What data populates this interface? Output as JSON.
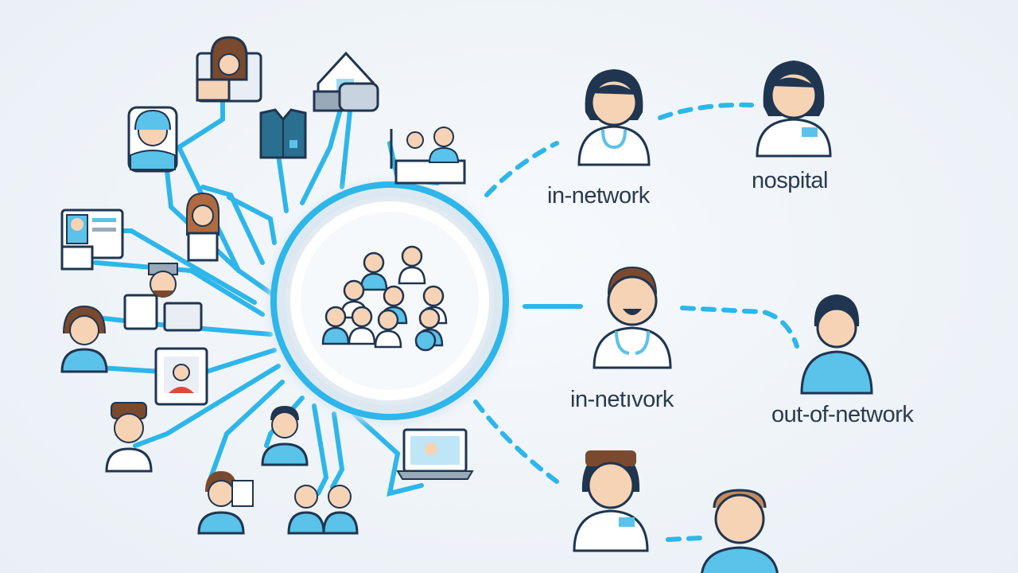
{
  "colors": {
    "line": "#2db6ea",
    "line_dark": "#1a9fd6",
    "navy": "#1f3550",
    "skin": "#f7d3b5",
    "coat_white": "#ffffff",
    "coat_blue": "#5bc2ea",
    "hair_brown": "#7a4a2e",
    "background": "#eef3f8"
  },
  "hub": {
    "icon": "group-of-doctors-icon"
  },
  "labels": {
    "top_left": "in-network",
    "top_right": "nospital",
    "middle_left": "in-netıvork",
    "middle_right": "out-of-network"
  },
  "icons": [
    "doctor-female-icon",
    "doctor-female-icon",
    "doctor-male-smiling-icon",
    "patient-male-icon",
    "doctor-female-icon",
    "doctor-male-icon",
    "clinic-building-icon",
    "laptop-icon",
    "id-card-icon",
    "tablet-icon"
  ]
}
